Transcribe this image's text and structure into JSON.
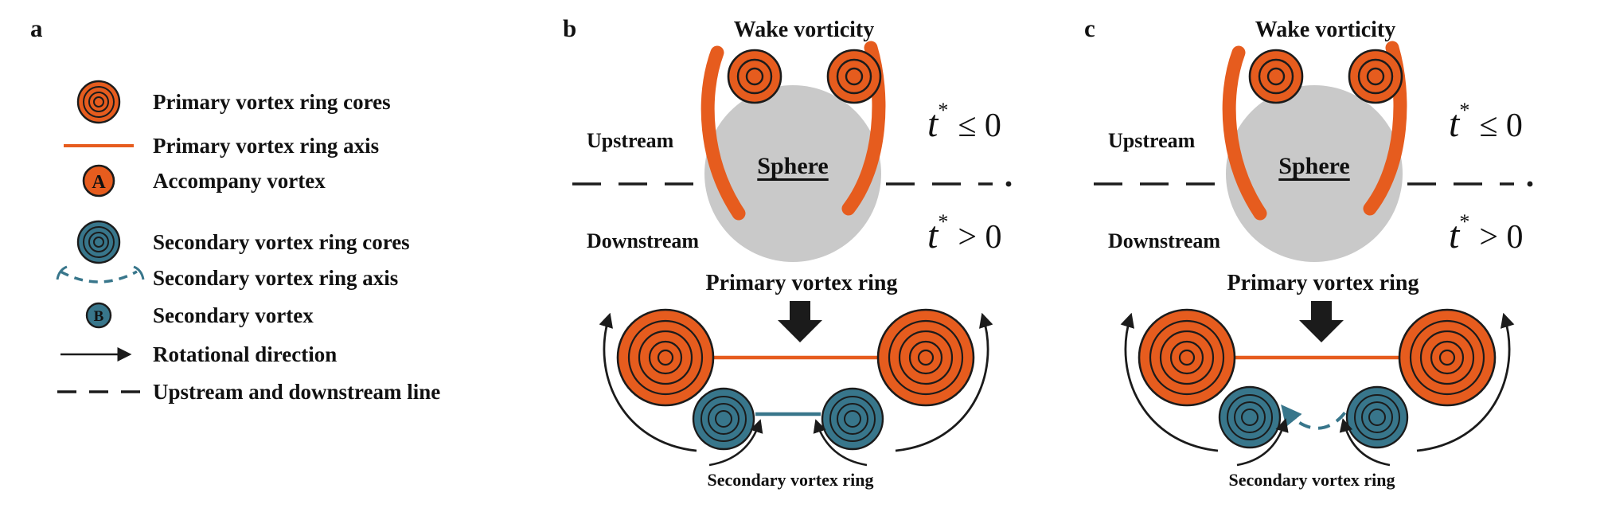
{
  "colors": {
    "primary_orange": "#E65C1E",
    "secondary_teal": "#38768B",
    "sphere_gray": "#C9C9C9",
    "line_black": "#1B1B1B"
  },
  "panel_a": {
    "label": "a",
    "legend": [
      {
        "icon": "primary-vortex-core-icon",
        "label": "Primary vortex ring cores"
      },
      {
        "icon": "primary-vortex-axis-icon",
        "label": "Primary vortex ring axis"
      },
      {
        "icon": "accompany-vortex-icon",
        "label": "Accompany vortex",
        "glyph": "A"
      },
      {
        "icon": "secondary-vortex-core-icon",
        "label": "Secondary vortex ring cores"
      },
      {
        "icon": "secondary-vortex-axis-icon",
        "label": "Secondary vortex ring axis"
      },
      {
        "icon": "secondary-vortex-icon",
        "label": "Secondary vortex",
        "glyph": "B"
      },
      {
        "icon": "rotational-direction-icon",
        "label": "Rotational direction"
      },
      {
        "icon": "upstream-downstream-line-icon",
        "label": "Upstream and downstream line"
      }
    ]
  },
  "panel_b": {
    "label": "b",
    "wake_vorticity_label": "Wake vorticity",
    "upstream_label": "Upstream",
    "sphere_label": "Sphere",
    "downstream_label": "Downstream",
    "t_upstream": {
      "base": "t",
      "sup": "*",
      "rel": "≤ 0"
    },
    "t_downstream": {
      "base": "t",
      "sup": "*",
      "rel": "> 0"
    },
    "primary_ring_label": "Primary vortex ring",
    "secondary_ring_label": "Secondary vortex ring"
  },
  "panel_c": {
    "label": "c",
    "wake_vorticity_label": "Wake vorticity",
    "upstream_label": "Upstream",
    "sphere_label": "Sphere",
    "downstream_label": "Downstream",
    "t_upstream": {
      "base": "t",
      "sup": "*",
      "rel": "≤ 0"
    },
    "t_downstream": {
      "base": "t",
      "sup": "*",
      "rel": "> 0"
    },
    "primary_ring_label": "Primary vortex ring",
    "secondary_ring_label": "Secondary vortex ring"
  }
}
